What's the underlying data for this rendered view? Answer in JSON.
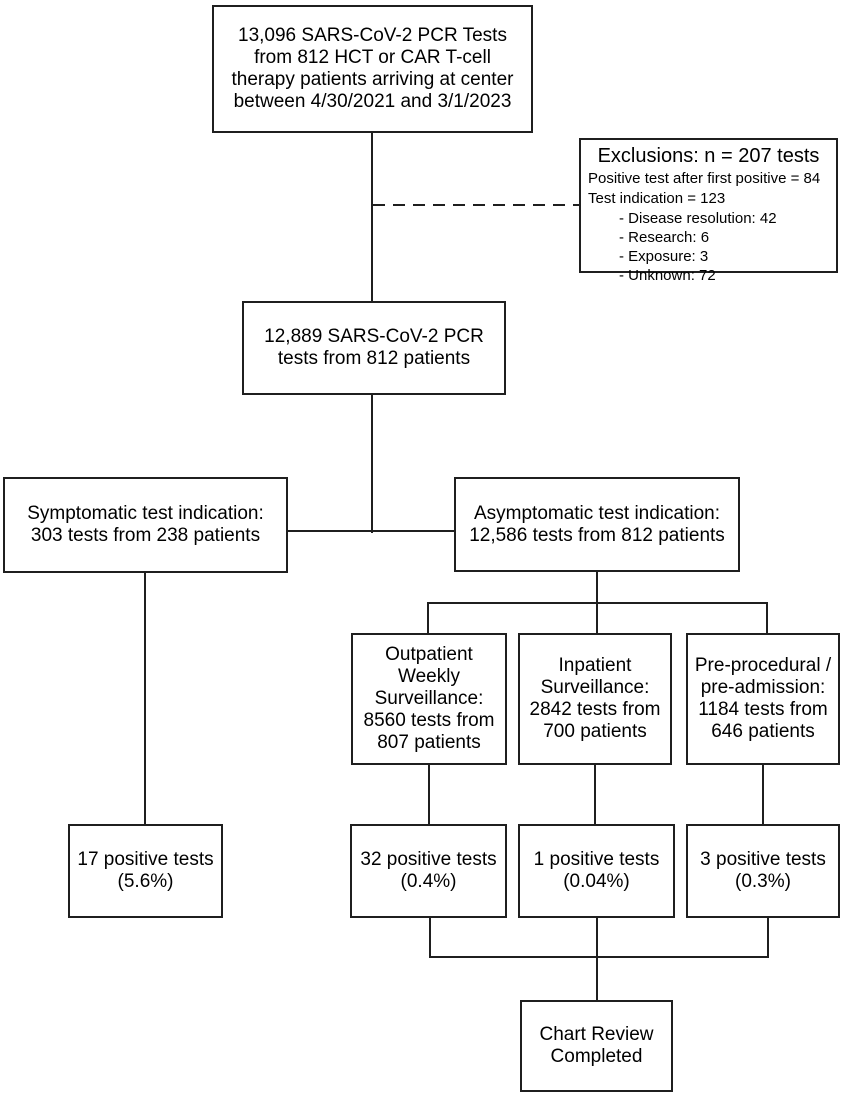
{
  "colors": {
    "background": "#ffffff",
    "line": "#1f1f1f",
    "text": "#000000"
  },
  "boxes": {
    "enrollment": {
      "lines": [
        "13,096 SARS-CoV-2 PCR Tests",
        "from 812 HCT or CAR T-cell",
        "therapy patients arriving at center",
        "between 4/30/2021 and 3/1/2023"
      ]
    },
    "exclusions": {
      "title": "Exclusions: n = 207 tests",
      "details": [
        "Positive test after first positive = 84",
        "Test indication = 123"
      ],
      "reasons": [
        "- Disease resolution: 42",
        "- Research: 6",
        "- Exposure: 3",
        "- Unknown: 72"
      ]
    },
    "included": {
      "lines": [
        "12,889 SARS-CoV-2 PCR",
        "tests from 812 patients"
      ]
    },
    "symptomatic": {
      "lines": [
        "Symptomatic test indication:",
        "303 tests from 238 patients"
      ]
    },
    "asymptomatic": {
      "lines": [
        "Asymptomatic test indication:",
        "12,586 tests from 812 patients"
      ]
    },
    "outpatient": {
      "lines": [
        "Outpatient",
        "Weekly",
        "Surveillance:",
        "8560 tests from",
        "807 patients"
      ]
    },
    "inpatient": {
      "lines": [
        "Inpatient",
        "Surveillance:",
        "2842 tests from",
        "700 patients"
      ]
    },
    "preprocedural": {
      "lines": [
        "Pre-procedural /",
        "pre-admission:",
        "1184 tests from",
        "646 patients"
      ]
    },
    "symptomatic_positive": {
      "lines": [
        "17 positive tests",
        "(5.6%)"
      ]
    },
    "outpatient_positive": {
      "lines": [
        "32 positive tests",
        "(0.4%)"
      ]
    },
    "inpatient_positive": {
      "lines": [
        "1 positive tests",
        "(0.04%)"
      ]
    },
    "preprocedural_positive": {
      "lines": [
        "3 positive tests",
        "(0.3%)"
      ]
    },
    "chart_review": {
      "lines": [
        "Chart Review",
        "Completed"
      ]
    }
  }
}
